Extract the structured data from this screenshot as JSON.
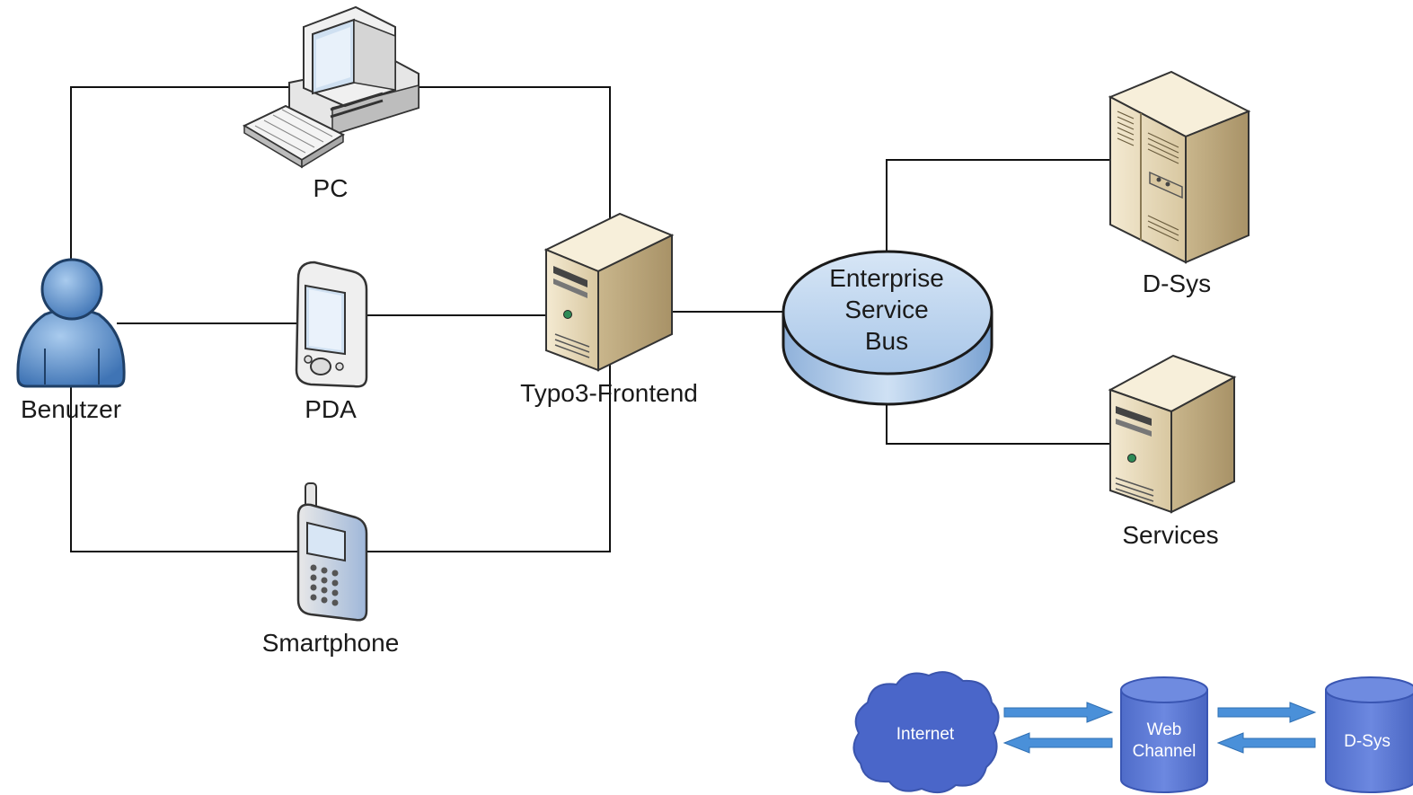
{
  "nodes": {
    "pc": "PC",
    "pda": "PDA",
    "smartphone": "Smartphone",
    "user": "Benutzer",
    "frontend": "Typo3-Frontend",
    "dsys": "D-Sys",
    "services": "Services",
    "esb": {
      "line1": "Enterprise",
      "line2": "Service",
      "line3": "Bus"
    }
  },
  "flow": {
    "internet": "Internet",
    "web_channel": {
      "line1": "Web",
      "line2": "Channel"
    },
    "dsys": "D-Sys"
  },
  "colors": {
    "line": "#111111",
    "user_blue": "#5b8ec9",
    "server_beige": "#e9dcc0",
    "esb_blue": "#b9d2ec",
    "flow_blue": "#5a78d4",
    "arrow_blue": "#4a90d9"
  },
  "icons": [
    "desktop-computer-icon",
    "pda-icon",
    "mobile-phone-icon",
    "user-icon",
    "tower-server-icon",
    "large-server-icon",
    "database-icon",
    "cloud-icon"
  ]
}
